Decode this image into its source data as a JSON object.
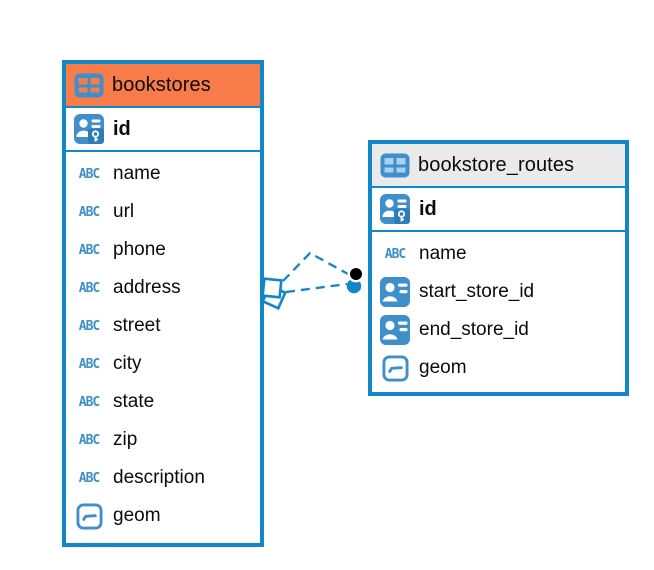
{
  "icons": {
    "text_glyph": "ABC"
  },
  "colors": {
    "table_border": "#1186C9",
    "icon_blue": "#3E8FCB",
    "bookstores_header_bg": "#F77C49",
    "routes_header_bg": "#EAEAEA",
    "relation_line": "#1186C9"
  },
  "tables": [
    {
      "name": "bookstores",
      "pk": {
        "name": "id"
      },
      "columns": [
        {
          "name": "name",
          "type": "text"
        },
        {
          "name": "url",
          "type": "text"
        },
        {
          "name": "phone",
          "type": "text"
        },
        {
          "name": "address",
          "type": "text"
        },
        {
          "name": "street",
          "type": "text"
        },
        {
          "name": "city",
          "type": "text"
        },
        {
          "name": "state",
          "type": "text"
        },
        {
          "name": "zip",
          "type": "text"
        },
        {
          "name": "description",
          "type": "text"
        },
        {
          "name": "geom",
          "type": "geometry"
        }
      ]
    },
    {
      "name": "bookstore_routes",
      "pk": {
        "name": "id"
      },
      "columns": [
        {
          "name": "name",
          "type": "text"
        },
        {
          "name": "start_store_id",
          "type": "reference"
        },
        {
          "name": "end_store_id",
          "type": "reference"
        },
        {
          "name": "geom",
          "type": "geometry"
        }
      ]
    }
  ]
}
